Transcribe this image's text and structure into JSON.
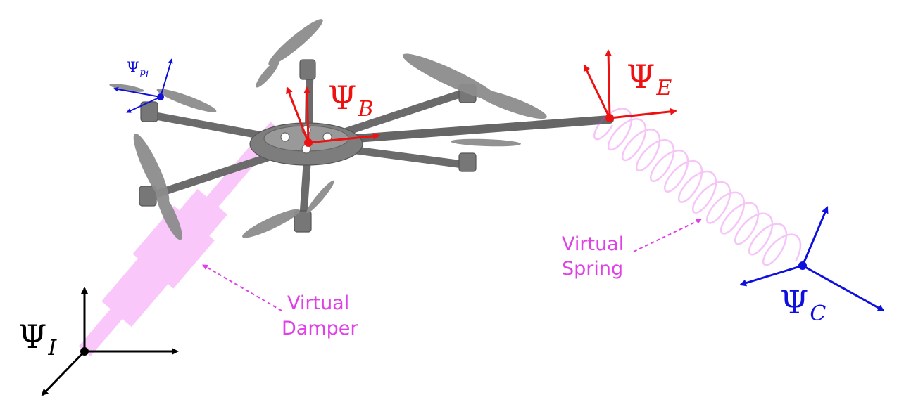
{
  "colors": {
    "inertial": "#000000",
    "body": "#ee1111",
    "end_effector": "#ee1111",
    "contact": "#1010dd",
    "propeller": "#1010dd",
    "virtual": "#e040e8",
    "drone": "#7a7a7a"
  },
  "frames": {
    "inertial": {
      "symbol": "Ψ",
      "subscript": "I"
    },
    "body": {
      "symbol": "Ψ",
      "subscript": "B"
    },
    "end_effector": {
      "symbol": "Ψ",
      "subscript": "E"
    },
    "contact": {
      "symbol": "Ψ",
      "subscript": "C"
    },
    "propeller": {
      "symbol": "Ψ",
      "subscript": "p",
      "subsubscript": "i"
    }
  },
  "callouts": {
    "spring": {
      "line1": "Virtual",
      "line2": "Spring"
    },
    "damper": {
      "line1": "Virtual",
      "line2": "Damper"
    }
  },
  "icons": {
    "drone": "hexacopter-drone-icon",
    "spring": "coil-spring-icon",
    "damper": "damper-cylinder-icon"
  }
}
